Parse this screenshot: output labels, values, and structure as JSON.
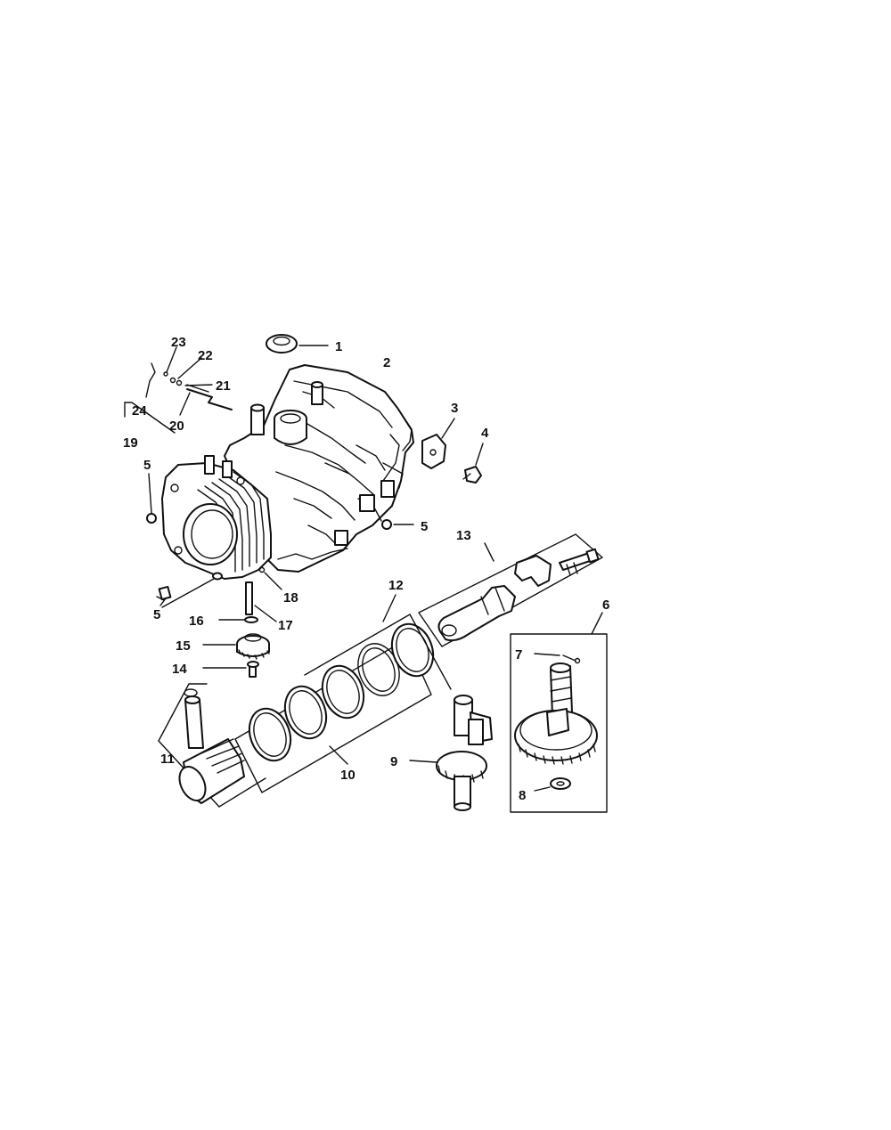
{
  "diagram": {
    "colors": {
      "ink": "#111111",
      "paper": "#ffffff"
    },
    "callouts": [
      {
        "id": "c1",
        "label": "1"
      },
      {
        "id": "c2",
        "label": "2"
      },
      {
        "id": "c3",
        "label": "3"
      },
      {
        "id": "c4",
        "label": "4"
      },
      {
        "id": "c5a",
        "label": "5"
      },
      {
        "id": "c5b",
        "label": "5"
      },
      {
        "id": "c5c",
        "label": "5"
      },
      {
        "id": "c6",
        "label": "6"
      },
      {
        "id": "c7",
        "label": "7"
      },
      {
        "id": "c8",
        "label": "8"
      },
      {
        "id": "c9",
        "label": "9"
      },
      {
        "id": "c10",
        "label": "10"
      },
      {
        "id": "c11",
        "label": "11"
      },
      {
        "id": "c12",
        "label": "12"
      },
      {
        "id": "c13",
        "label": "13"
      },
      {
        "id": "c14",
        "label": "14"
      },
      {
        "id": "c15",
        "label": "15"
      },
      {
        "id": "c16",
        "label": "16"
      },
      {
        "id": "c17",
        "label": "17"
      },
      {
        "id": "c18",
        "label": "18"
      },
      {
        "id": "c19",
        "label": "19"
      },
      {
        "id": "c20",
        "label": "20"
      },
      {
        "id": "c21",
        "label": "21"
      },
      {
        "id": "c22",
        "label": "22"
      },
      {
        "id": "c23",
        "label": "23"
      },
      {
        "id": "c24",
        "label": "24"
      }
    ]
  }
}
